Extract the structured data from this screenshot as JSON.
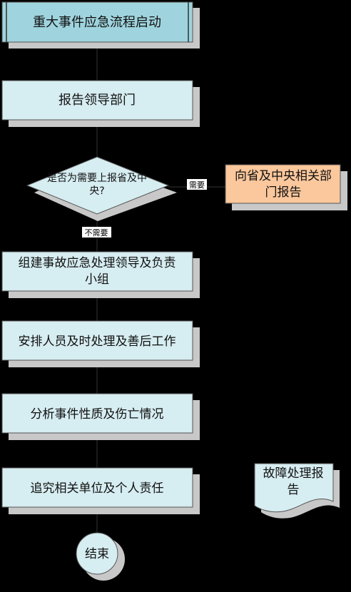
{
  "colors": {
    "background": "#000000",
    "process_fill": "#d6edf1",
    "start_fill": "#9fd4de",
    "external_fill": "#fbc79c",
    "shadow": "#c8c8c8",
    "connector": "#333333"
  },
  "nodes": {
    "start": {
      "text": "重大事件应急流程启动"
    },
    "report_leaders": {
      "text": "报告领导部门"
    },
    "decision": {
      "text": [
        "是否为需要上报省及中",
        "央?"
      ]
    },
    "report_province": {
      "text": [
        "向省及中央相关部",
        "门报告"
      ]
    },
    "form_group": {
      "text": [
        "组建事故应急处理领导及负责",
        "小组"
      ]
    },
    "arrange_staff": {
      "text": "安排人员及时处理及善后工作"
    },
    "analyze": {
      "text": "分析事件性质及伤亡情况"
    },
    "accountability": {
      "text": "追究相关单位及个人责任"
    },
    "fault_report": {
      "text": [
        "故障处理报",
        "告"
      ]
    },
    "end": {
      "text": "结束"
    }
  },
  "edges": {
    "need_label": "需要",
    "no_need_label": "不需要"
  }
}
